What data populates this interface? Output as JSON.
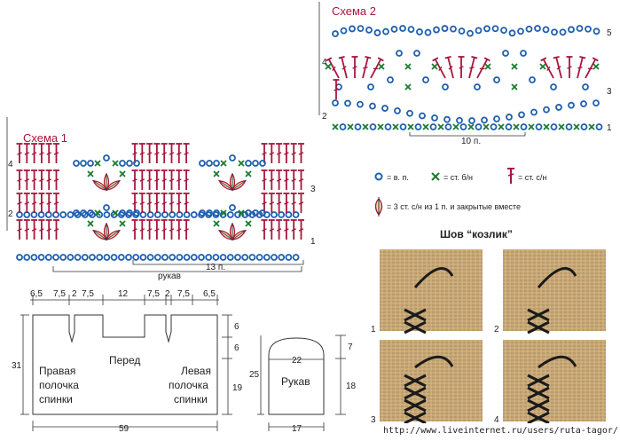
{
  "scheme2": {
    "title": "Схема 2",
    "row_labels": [
      "5",
      "4",
      "3",
      "2",
      "1"
    ],
    "span_label": "10 п."
  },
  "scheme1": {
    "title": "Схема 1",
    "row_labels_left": [
      "4",
      "2"
    ],
    "row_labels_right": [
      "3",
      "1"
    ],
    "span_label": "13 п.",
    "section_label": "рукав"
  },
  "legend": {
    "chain": "= в. п.",
    "sc": "= ст. б/н",
    "dc": "= ст. с/н",
    "cluster": "= 3 ст. с/н из 1 п. и закрытые вместе",
    "colors": {
      "chain": "#1f5fae",
      "sc": "#1a7a2e",
      "dc": "#a8163c",
      "cluster_fill": "#e9dcae"
    }
  },
  "seam": {
    "title": "Шов “козлик”",
    "step_labels": [
      "1",
      "2",
      "3",
      "4"
    ]
  },
  "pattern": {
    "top_dims": [
      "6,5",
      "7,5",
      "2",
      "7,5",
      "12",
      "7,5",
      "2",
      "7,5",
      "6,5"
    ],
    "front_label": "Перед",
    "right_back_label": [
      "Правая",
      "полочка",
      "спинки"
    ],
    "left_back_label": [
      "Левая",
      "полочка",
      "спинки"
    ],
    "height_total": "31",
    "right_dims": [
      "6",
      "6",
      "19"
    ],
    "width_total": "59"
  },
  "sleeve": {
    "label": "Рукав",
    "top_width": "22",
    "bottom_width": "17",
    "left_height": "25",
    "right_dims": [
      "7",
      "18"
    ]
  },
  "footer": {
    "url": "http://www.liveinternet.ru/users/ruta-tagor/"
  }
}
